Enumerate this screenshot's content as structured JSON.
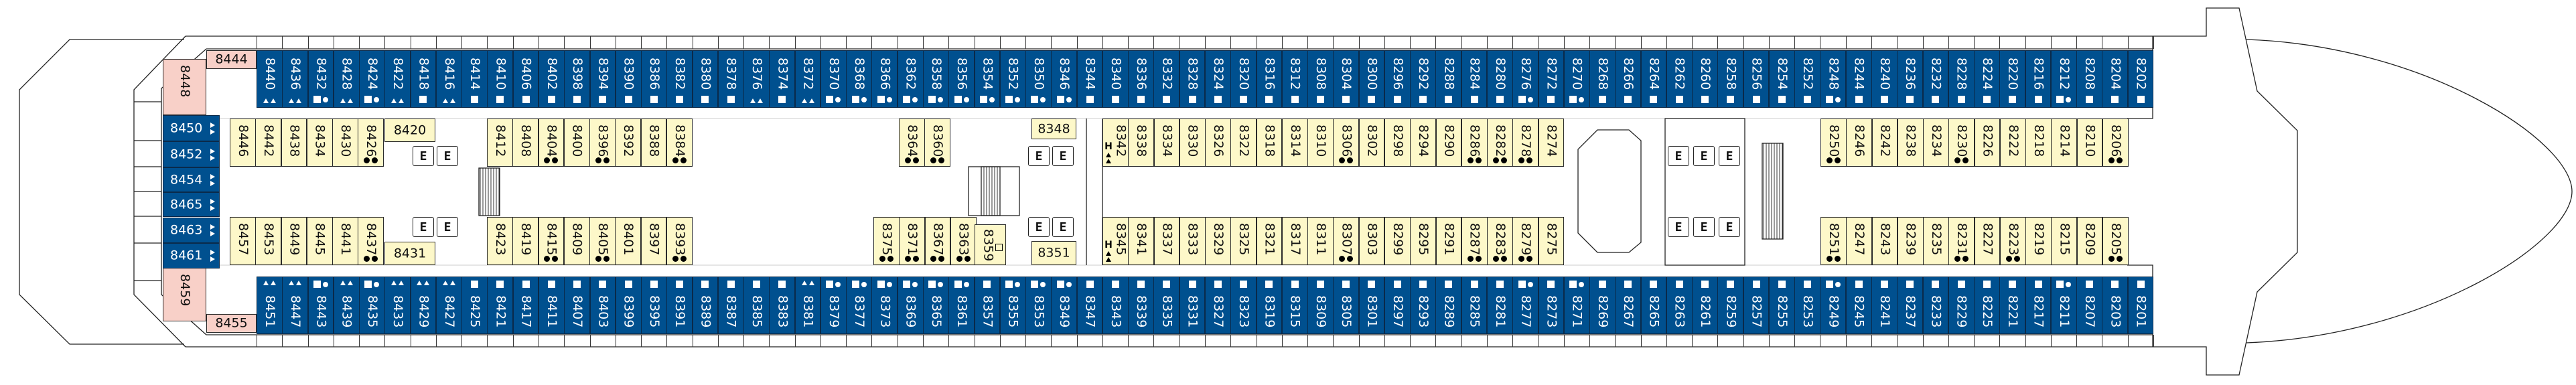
{
  "deck": {
    "elevator_label": "E",
    "accessible_mark": "H",
    "top_outer": [
      {
        "n": "8440",
        "m": "t"
      },
      {
        "n": "8436",
        "m": "t"
      },
      {
        "n": "8432",
        "m": "sd"
      },
      {
        "n": "8428",
        "m": "t"
      },
      {
        "n": "8424",
        "m": "sd"
      },
      {
        "n": "8422",
        "m": "t"
      },
      {
        "n": "8418",
        "m": "s"
      },
      {
        "n": "8416",
        "m": "t"
      },
      {
        "n": "8414",
        "m": "s"
      },
      {
        "n": "8410",
        "m": "s"
      },
      {
        "n": "8406",
        "m": "s"
      },
      {
        "n": "8402",
        "m": "s"
      },
      {
        "n": "8398",
        "m": "s"
      },
      {
        "n": "8394",
        "m": "s"
      },
      {
        "n": "8390",
        "m": "s"
      },
      {
        "n": "8386",
        "m": "s"
      },
      {
        "n": "8382",
        "m": "s"
      },
      {
        "n": "8380",
        "m": "s"
      },
      {
        "n": "8378",
        "m": "s"
      },
      {
        "n": "8376",
        "m": "t"
      },
      {
        "n": "8374",
        "m": "s"
      },
      {
        "n": "8372",
        "m": "t"
      },
      {
        "n": "8370",
        "m": "sd"
      },
      {
        "n": "8368",
        "m": "sd"
      },
      {
        "n": "8366",
        "m": "sd"
      },
      {
        "n": "8362",
        "m": "sd"
      },
      {
        "n": "8358",
        "m": "sd"
      },
      {
        "n": "8356",
        "m": "sd"
      },
      {
        "n": "8354",
        "m": "sd"
      },
      {
        "n": "8352",
        "m": "sd"
      },
      {
        "n": "8350",
        "m": "sd"
      },
      {
        "n": "8346",
        "m": "sd"
      },
      {
        "n": "8344",
        "m": "s"
      },
      {
        "n": "8340",
        "m": "s"
      },
      {
        "n": "8336",
        "m": "s"
      },
      {
        "n": "8332",
        "m": "s"
      },
      {
        "n": "8328",
        "m": "s"
      },
      {
        "n": "8324",
        "m": "s"
      },
      {
        "n": "8320",
        "m": "s"
      },
      {
        "n": "8316",
        "m": "s"
      },
      {
        "n": "8312",
        "m": "s"
      },
      {
        "n": "8308",
        "m": "s"
      },
      {
        "n": "8304",
        "m": "s"
      },
      {
        "n": "8300",
        "m": "s"
      },
      {
        "n": "8296",
        "m": "s"
      },
      {
        "n": "8292",
        "m": "s"
      },
      {
        "n": "8288",
        "m": "s"
      },
      {
        "n": "8284",
        "m": "s"
      },
      {
        "n": "8280",
        "m": "s"
      },
      {
        "n": "8276",
        "m": "sd"
      },
      {
        "n": "8272",
        "m": "s"
      },
      {
        "n": "8270",
        "m": "sd"
      },
      {
        "n": "8268",
        "m": "s"
      },
      {
        "n": "8266",
        "m": "s"
      },
      {
        "n": "8264",
        "m": "s"
      },
      {
        "n": "8262",
        "m": "s"
      },
      {
        "n": "8260",
        "m": "s"
      },
      {
        "n": "8258",
        "m": "s"
      },
      {
        "n": "8256",
        "m": "s"
      },
      {
        "n": "8254",
        "m": "s"
      },
      {
        "n": "8252",
        "m": "s"
      },
      {
        "n": "8248",
        "m": "sd"
      },
      {
        "n": "8244",
        "m": "s"
      },
      {
        "n": "8240",
        "m": "s"
      },
      {
        "n": "8236",
        "m": "s"
      },
      {
        "n": "8232",
        "m": "s"
      },
      {
        "n": "8228",
        "m": "s"
      },
      {
        "n": "8224",
        "m": "s"
      },
      {
        "n": "8220",
        "m": "s"
      },
      {
        "n": "8216",
        "m": "s"
      },
      {
        "n": "8212",
        "m": "sd"
      },
      {
        "n": "8208",
        "m": "s"
      },
      {
        "n": "8204",
        "m": "s"
      },
      {
        "n": "8202",
        "m": "s"
      }
    ],
    "bottom_outer": [
      {
        "n": "8451",
        "m": "t"
      },
      {
        "n": "8447",
        "m": "t"
      },
      {
        "n": "8443",
        "m": "sd"
      },
      {
        "n": "8439",
        "m": "t"
      },
      {
        "n": "8435",
        "m": "sd"
      },
      {
        "n": "8433",
        "m": "t"
      },
      {
        "n": "8429",
        "m": "t"
      },
      {
        "n": "8427",
        "m": "t"
      },
      {
        "n": "8425",
        "m": "s"
      },
      {
        "n": "8421",
        "m": "s"
      },
      {
        "n": "8417",
        "m": "s"
      },
      {
        "n": "8411",
        "m": "s"
      },
      {
        "n": "8407",
        "m": "s"
      },
      {
        "n": "8403",
        "m": "s"
      },
      {
        "n": "8399",
        "m": "s"
      },
      {
        "n": "8395",
        "m": "s"
      },
      {
        "n": "8391",
        "m": "s"
      },
      {
        "n": "8389",
        "m": "s"
      },
      {
        "n": "8387",
        "m": "s"
      },
      {
        "n": "8385",
        "m": "s"
      },
      {
        "n": "8383",
        "m": "s"
      },
      {
        "n": "8381",
        "m": "t"
      },
      {
        "n": "8379",
        "m": "sd"
      },
      {
        "n": "8377",
        "m": "sd"
      },
      {
        "n": "8373",
        "m": "sd"
      },
      {
        "n": "8369",
        "m": "sd"
      },
      {
        "n": "8365",
        "m": "sd"
      },
      {
        "n": "8361",
        "m": "sd"
      },
      {
        "n": "8357",
        "m": "s"
      },
      {
        "n": "8355",
        "m": "sd"
      },
      {
        "n": "8353",
        "m": "sd"
      },
      {
        "n": "8349",
        "m": "sd"
      },
      {
        "n": "8347",
        "m": "s"
      },
      {
        "n": "8343",
        "m": "s"
      },
      {
        "n": "8339",
        "m": "s"
      },
      {
        "n": "8335",
        "m": "s"
      },
      {
        "n": "8331",
        "m": "s"
      },
      {
        "n": "8327",
        "m": "s"
      },
      {
        "n": "8323",
        "m": "s"
      },
      {
        "n": "8319",
        "m": "s"
      },
      {
        "n": "8315",
        "m": "s"
      },
      {
        "n": "8309",
        "m": "s"
      },
      {
        "n": "8305",
        "m": "s"
      },
      {
        "n": "8301",
        "m": "s"
      },
      {
        "n": "8297",
        "m": "s"
      },
      {
        "n": "8293",
        "m": "s"
      },
      {
        "n": "8289",
        "m": "s"
      },
      {
        "n": "8285",
        "m": "s"
      },
      {
        "n": "8281",
        "m": "s"
      },
      {
        "n": "8277",
        "m": "sd"
      },
      {
        "n": "8273",
        "m": "s"
      },
      {
        "n": "8271",
        "m": "sd"
      },
      {
        "n": "8269",
        "m": "s"
      },
      {
        "n": "8267",
        "m": "s"
      },
      {
        "n": "8265",
        "m": "s"
      },
      {
        "n": "8263",
        "m": "s"
      },
      {
        "n": "8261",
        "m": "s"
      },
      {
        "n": "8259",
        "m": "s"
      },
      {
        "n": "8257",
        "m": "s"
      },
      {
        "n": "8255",
        "m": "s"
      },
      {
        "n": "8253",
        "m": "s"
      },
      {
        "n": "8249",
        "m": "sd"
      },
      {
        "n": "8245",
        "m": "s"
      },
      {
        "n": "8241",
        "m": "s"
      },
      {
        "n": "8237",
        "m": "s"
      },
      {
        "n": "8233",
        "m": "s"
      },
      {
        "n": "8229",
        "m": "s"
      },
      {
        "n": "8225",
        "m": "s"
      },
      {
        "n": "8221",
        "m": "s"
      },
      {
        "n": "8217",
        "m": "s"
      },
      {
        "n": "8211",
        "m": "sd"
      },
      {
        "n": "8207",
        "m": "s"
      },
      {
        "n": "8203",
        "m": "s"
      },
      {
        "n": "8201",
        "m": "s"
      }
    ],
    "top_inner": [
      [
        {
          "n": "8446",
          "m": ""
        },
        {
          "n": "8442",
          "m": ""
        },
        {
          "n": "8438",
          "m": ""
        },
        {
          "n": "8434",
          "m": ""
        },
        {
          "n": "8430",
          "m": ""
        },
        {
          "n": "8426",
          "m": "dd"
        }
      ],
      [
        {
          "n": "8412",
          "m": ""
        },
        {
          "n": "8408",
          "m": ""
        },
        {
          "n": "8404",
          "m": "dd"
        },
        {
          "n": "8400",
          "m": ""
        },
        {
          "n": "8396",
          "m": "dd"
        },
        {
          "n": "8392",
          "m": ""
        },
        {
          "n": "8388",
          "m": ""
        },
        {
          "n": "8384",
          "m": "dd"
        }
      ],
      [
        {
          "n": "8364",
          "m": "dd"
        },
        {
          "n": "8360",
          "m": "dd"
        }
      ],
      [
        {
          "n": "8342",
          "m": "h"
        },
        {
          "n": "8338",
          "m": ""
        },
        {
          "n": "8334",
          "m": ""
        },
        {
          "n": "8330",
          "m": ""
        },
        {
          "n": "8326",
          "m": ""
        },
        {
          "n": "8322",
          "m": ""
        },
        {
          "n": "8318",
          "m": ""
        },
        {
          "n": "8314",
          "m": ""
        },
        {
          "n": "8310",
          "m": ""
        },
        {
          "n": "8306",
          "m": "dd"
        },
        {
          "n": "8302",
          "m": ""
        },
        {
          "n": "8298",
          "m": ""
        },
        {
          "n": "8294",
          "m": ""
        },
        {
          "n": "8290",
          "m": ""
        },
        {
          "n": "8286",
          "m": "dd"
        },
        {
          "n": "8282",
          "m": "dd"
        },
        {
          "n": "8278",
          "m": "dd"
        },
        {
          "n": "8274",
          "m": ""
        }
      ],
      [
        {
          "n": "8250",
          "m": "dd"
        },
        {
          "n": "8246",
          "m": ""
        },
        {
          "n": "8242",
          "m": ""
        },
        {
          "n": "8238",
          "m": ""
        },
        {
          "n": "8234",
          "m": ""
        },
        {
          "n": "8230",
          "m": "dd"
        },
        {
          "n": "8226",
          "m": ""
        },
        {
          "n": "8222",
          "m": ""
        },
        {
          "n": "8218",
          "m": ""
        },
        {
          "n": "8214",
          "m": ""
        },
        {
          "n": "8210",
          "m": ""
        },
        {
          "n": "8206",
          "m": "dd"
        }
      ]
    ],
    "bottom_inner": [
      [
        {
          "n": "8457",
          "m": ""
        },
        {
          "n": "8453",
          "m": ""
        },
        {
          "n": "8449",
          "m": ""
        },
        {
          "n": "8445",
          "m": ""
        },
        {
          "n": "8441",
          "m": ""
        },
        {
          "n": "8437",
          "m": "dd"
        }
      ],
      [
        {
          "n": "8423",
          "m": ""
        },
        {
          "n": "8419",
          "m": ""
        },
        {
          "n": "8415",
          "m": "dd"
        },
        {
          "n": "8409",
          "m": ""
        },
        {
          "n": "8405",
          "m": "dd"
        },
        {
          "n": "8401",
          "m": ""
        },
        {
          "n": "8397",
          "m": ""
        },
        {
          "n": "8393",
          "m": "dd"
        }
      ],
      [
        {
          "n": "8375",
          "m": "dd"
        },
        {
          "n": "8371",
          "m": "dd"
        },
        {
          "n": "8367",
          "m": "dd"
        },
        {
          "n": "8363",
          "m": "dd"
        }
      ],
      [
        {
          "n": "8345",
          "m": "h"
        },
        {
          "n": "8341",
          "m": ""
        },
        {
          "n": "8337",
          "m": ""
        },
        {
          "n": "8333",
          "m": ""
        },
        {
          "n": "8329",
          "m": ""
        },
        {
          "n": "8325",
          "m": ""
        },
        {
          "n": "8321",
          "m": ""
        },
        {
          "n": "8317",
          "m": ""
        },
        {
          "n": "8311",
          "m": ""
        },
        {
          "n": "8307",
          "m": "dd"
        },
        {
          "n": "8303",
          "m": ""
        },
        {
          "n": "8299",
          "m": ""
        },
        {
          "n": "8295",
          "m": ""
        },
        {
          "n": "8291",
          "m": ""
        },
        {
          "n": "8287",
          "m": "dd"
        },
        {
          "n": "8283",
          "m": "dd"
        },
        {
          "n": "8279",
          "m": "dd"
        },
        {
          "n": "8275",
          "m": ""
        }
      ],
      [
        {
          "n": "8251",
          "m": "dd"
        },
        {
          "n": "8247",
          "m": ""
        },
        {
          "n": "8243",
          "m": ""
        },
        {
          "n": "8239",
          "m": ""
        },
        {
          "n": "8235",
          "m": ""
        },
        {
          "n": "8231",
          "m": "dd"
        },
        {
          "n": "8227",
          "m": ""
        },
        {
          "n": "8223",
          "m": "dd"
        },
        {
          "n": "8219",
          "m": ""
        },
        {
          "n": "8215",
          "m": ""
        },
        {
          "n": "8209",
          "m": ""
        },
        {
          "n": "8205",
          "m": "dd"
        }
      ]
    ],
    "specials": [
      {
        "n": "8420",
        "m": ""
      },
      {
        "n": "8431",
        "m": ""
      },
      {
        "n": "8348",
        "m": ""
      },
      {
        "n": "8351",
        "m": ""
      },
      {
        "n": "8359",
        "m": "q"
      },
      {
        "n": "8444",
        "m": ""
      },
      {
        "n": "8455",
        "m": ""
      },
      {
        "n": "8448",
        "m": ""
      },
      {
        "n": "8459",
        "m": ""
      },
      {
        "n": "8450",
        "m": "r"
      },
      {
        "n": "8452",
        "m": "r"
      },
      {
        "n": "8454",
        "m": "r"
      },
      {
        "n": "8465",
        "m": "r"
      },
      {
        "n": "8463",
        "m": "r"
      },
      {
        "n": "8461",
        "m": "r"
      }
    ]
  },
  "colors": {
    "balcony_cabin": "#00508f",
    "inside_cabin": "#fdf8c9",
    "suite_cabin": "#f8d0c8",
    "outline": "#222222"
  }
}
